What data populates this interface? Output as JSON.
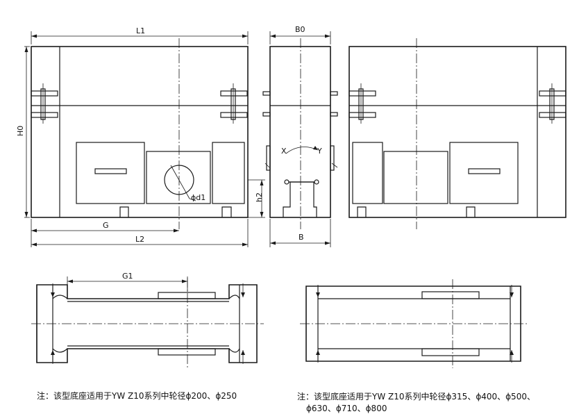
{
  "front_view": {
    "L1": "L1",
    "H0": "H0",
    "G": "G",
    "L2": "L2",
    "h2": "h2",
    "d1": "ϕd1"
  },
  "side_view": {
    "B0": "B0",
    "B": "B",
    "X": "X",
    "Y": "Y"
  },
  "plan_view": {
    "G1": "G1"
  },
  "notes": {
    "left": "注：该型底座适用于YW Z10系列中轮径ϕ200、ϕ250",
    "right_line1": "注：该型底座适用于YW Z10系列中轮径ϕ315、ϕ400、ϕ500、",
    "right_line2": "ϕ630、ϕ710、ϕ800"
  }
}
